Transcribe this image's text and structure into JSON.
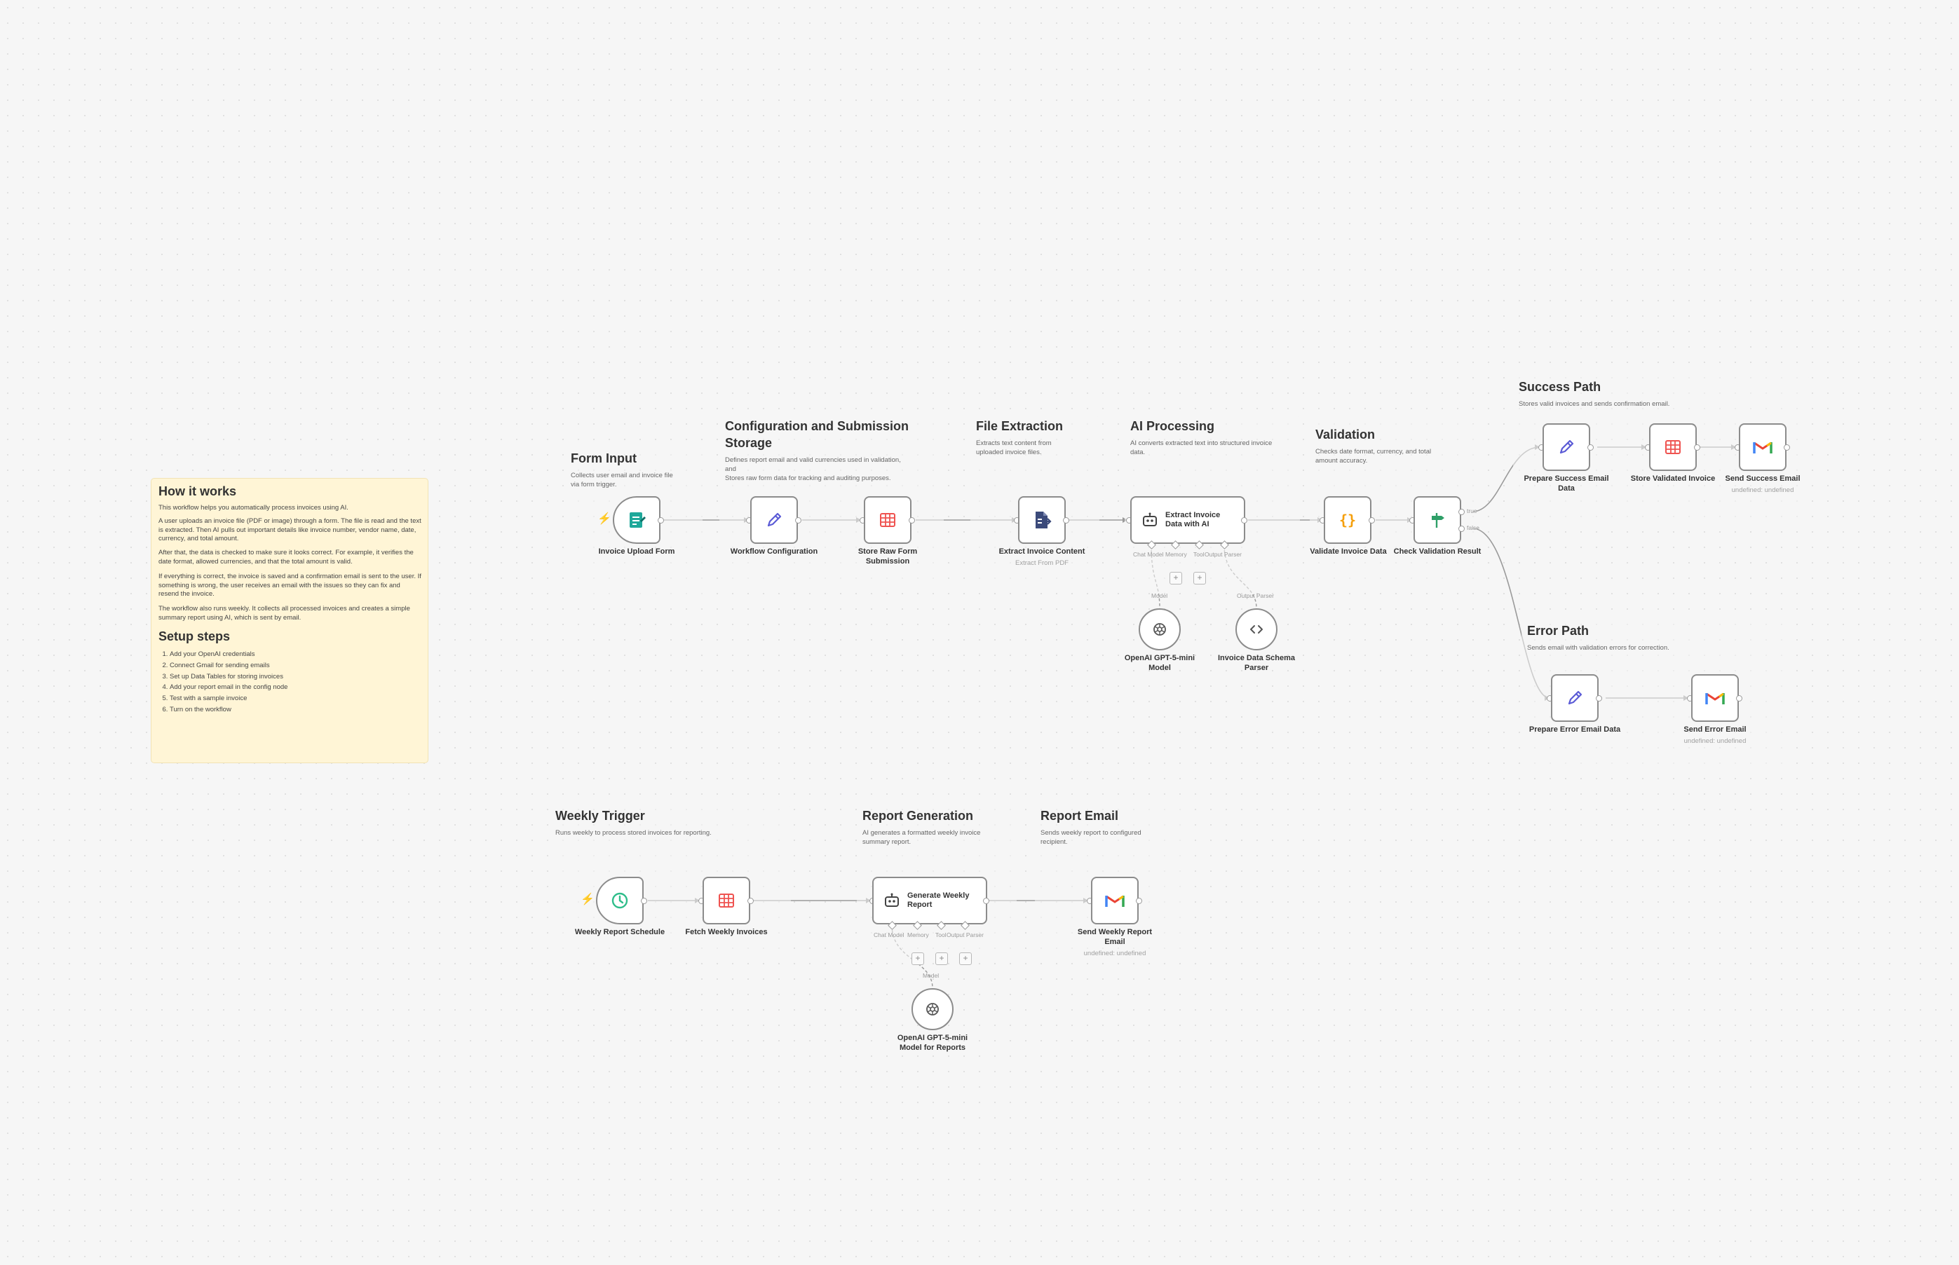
{
  "colors": {
    "canvas": "#f6f6f6",
    "sticky": "#fff5d6",
    "wire": "#9a9a9a",
    "trigger_bolt": "#ff6d5a",
    "form_icon": "#1fa89a",
    "edit_icon": "#5b5bd6",
    "table_icon": "#ef5350",
    "code_icon": "#f59f0b",
    "if_icon": "#2e9f68"
  },
  "sticky": {
    "title": "How it works",
    "paragraphs": [
      "This workflow helps you automatically process invoices using AI.",
      "A user uploads an invoice file (PDF or image) through a form. The file is read and the text is extracted. Then AI pulls out important details like invoice number, vendor name, date, currency, and total amount.",
      "After that, the data is checked to make sure it looks correct. For example, it verifies the date format, allowed currencies, and that the total amount is valid.",
      "If everything is correct, the invoice is saved and a confirmation email is sent to the user. If something is wrong, the user receives an email with the issues so they can fix and resend the invoice.",
      "The workflow also runs weekly. It collects all processed invoices and creates a simple summary report using AI, which is sent by email."
    ],
    "setup_title": "Setup steps",
    "steps": [
      "Add your OpenAI credentials",
      "Connect Gmail for sending emails",
      "Set up Data Tables for storing invoices",
      "Add your report email in the config node",
      "Test with a sample invoice",
      "Turn on the workflow"
    ]
  },
  "groups": {
    "form_input": {
      "title": "Form Input",
      "desc": "Collects user email and invoice file\nvia form trigger."
    },
    "config": {
      "title": "Configuration and Submission\nStorage",
      "desc": "Defines report email and valid currencies used in validation,\nand\nStores raw form data for tracking and auditing purposes."
    },
    "file_extraction": {
      "title": "File Extraction",
      "desc": "Extracts text content from\nuploaded invoice files."
    },
    "ai_processing": {
      "title": "AI Processing",
      "desc": "AI converts extracted text into structured invoice\ndata."
    },
    "validation": {
      "title": "Validation",
      "desc": "Checks date format, currency, and total\namount accuracy."
    },
    "success_path": {
      "title": "Success Path",
      "desc": "Stores valid invoices and sends confirmation email."
    },
    "error_path": {
      "title": "Error Path",
      "desc": "Sends email with validation errors for correction."
    },
    "weekly_trigger": {
      "title": "Weekly Trigger",
      "desc": "Runs weekly to process stored invoices for reporting."
    },
    "report_generation": {
      "title": "Report Generation",
      "desc": "AI generates a formatted weekly invoice\nsummary report."
    },
    "report_email": {
      "title": "Report Email",
      "desc": "Sends weekly report to configured\nrecipient."
    }
  },
  "nodes": {
    "invoice_upload_form": "Invoice Upload Form",
    "workflow_configuration": "Workflow Configuration",
    "store_raw_form_submission": "Store Raw Form\nSubmission",
    "extract_invoice_content": "Extract Invoice Content",
    "extract_invoice_content_sub": "Extract From PDF",
    "extract_invoice_data_ai": "Extract Invoice\nData with AI",
    "openai_model": "OpenAI GPT-5-mini\nModel",
    "invoice_schema_parser": "Invoice Data Schema\nParser",
    "validate_invoice_data": "Validate Invoice Data",
    "check_validation_result": "Check Validation Result",
    "prepare_success_email": "Prepare Success Email\nData",
    "store_validated_invoice": "Store Validated Invoice",
    "send_success_email": "Send Success Email",
    "send_success_email_sub": "undefined: undefined",
    "prepare_error_email": "Prepare Error Email Data",
    "send_error_email": "Send Error Email",
    "send_error_email_sub": "undefined: undefined",
    "weekly_report_schedule": "Weekly Report Schedule",
    "fetch_weekly_invoices": "Fetch Weekly Invoices",
    "generate_weekly_report": "Generate Weekly\nReport",
    "openai_model_reports": "OpenAI GPT-5-mini\nModel for Reports",
    "send_weekly_report": "Send Weekly Report\nEmail",
    "send_weekly_report_sub": "undefined: undefined"
  },
  "ports": {
    "chat_model": "Chat Model",
    "memory": "Memory",
    "tool": "Tool",
    "output_parser": "Output Parser",
    "model": "Model",
    "true": "true",
    "false": "false"
  },
  "icons": [
    "form-icon",
    "pencil-icon",
    "table-icon",
    "file-extract-icon",
    "robot-icon",
    "openai-icon",
    "code-brackets-icon",
    "curly-braces-icon",
    "signpost-icon",
    "gmail-icon",
    "clock-icon",
    "bolt-icon",
    "plus-icon"
  ]
}
